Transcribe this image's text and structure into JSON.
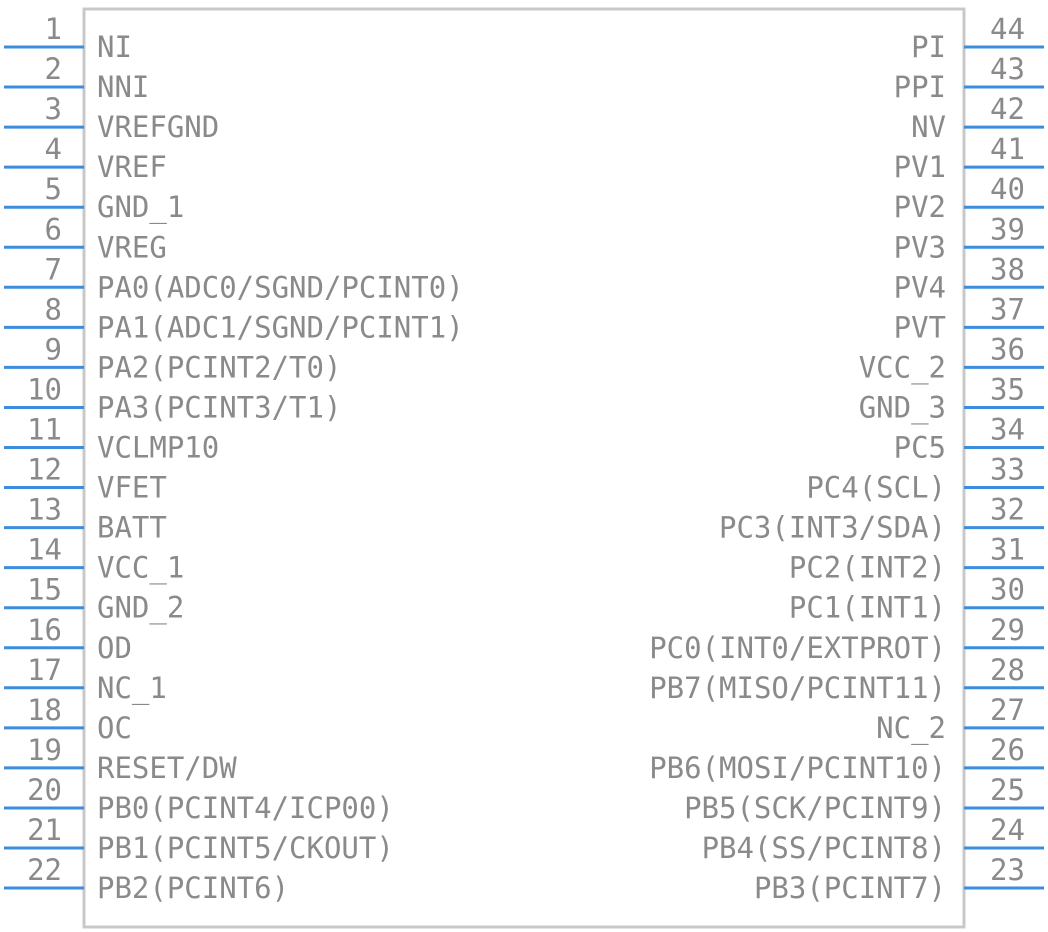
{
  "component": {
    "colors": {
      "body_outline": "#c8c8c8",
      "pin": "#3c8dde",
      "text": "#8a8a8a"
    },
    "left_pins": [
      {
        "num": "1",
        "name": "NI"
      },
      {
        "num": "2",
        "name": "NNI"
      },
      {
        "num": "3",
        "name": "VREFGND"
      },
      {
        "num": "4",
        "name": "VREF"
      },
      {
        "num": "5",
        "name": "GND_1"
      },
      {
        "num": "6",
        "name": "VREG"
      },
      {
        "num": "7",
        "name": "PA0(ADC0/SGND/PCINT0)"
      },
      {
        "num": "8",
        "name": "PA1(ADC1/SGND/PCINT1)"
      },
      {
        "num": "9",
        "name": "PA2(PCINT2/T0)"
      },
      {
        "num": "10",
        "name": "PA3(PCINT3/T1)"
      },
      {
        "num": "11",
        "name": "VCLMP10"
      },
      {
        "num": "12",
        "name": "VFET"
      },
      {
        "num": "13",
        "name": "BATT"
      },
      {
        "num": "14",
        "name": "VCC_1"
      },
      {
        "num": "15",
        "name": "GND_2"
      },
      {
        "num": "16",
        "name": "OD"
      },
      {
        "num": "17",
        "name": "NC_1"
      },
      {
        "num": "18",
        "name": "OC"
      },
      {
        "num": "19",
        "name": "RESET/DW"
      },
      {
        "num": "20",
        "name": "PB0(PCINT4/ICP00)"
      },
      {
        "num": "21",
        "name": "PB1(PCINT5/CKOUT)"
      },
      {
        "num": "22",
        "name": "PB2(PCINT6)"
      }
    ],
    "right_pins": [
      {
        "num": "44",
        "name": "PI"
      },
      {
        "num": "43",
        "name": "PPI"
      },
      {
        "num": "42",
        "name": "NV"
      },
      {
        "num": "41",
        "name": "PV1"
      },
      {
        "num": "40",
        "name": "PV2"
      },
      {
        "num": "39",
        "name": "PV3"
      },
      {
        "num": "38",
        "name": "PV4"
      },
      {
        "num": "37",
        "name": "PVT"
      },
      {
        "num": "36",
        "name": "VCC_2"
      },
      {
        "num": "35",
        "name": "GND_3"
      },
      {
        "num": "34",
        "name": "PC5"
      },
      {
        "num": "33",
        "name": "PC4(SCL)"
      },
      {
        "num": "32",
        "name": "PC3(INT3/SDA)"
      },
      {
        "num": "31",
        "name": "PC2(INT2)"
      },
      {
        "num": "30",
        "name": "PC1(INT1)"
      },
      {
        "num": "29",
        "name": "PC0(INT0/EXTPROT)"
      },
      {
        "num": "28",
        "name": "PB7(MISO/PCINT11)"
      },
      {
        "num": "27",
        "name": "NC_2"
      },
      {
        "num": "26",
        "name": "PB6(MOSI/PCINT10)"
      },
      {
        "num": "25",
        "name": "PB5(SCK/PCINT9)"
      },
      {
        "num": "24",
        "name": "PB4(SS/PCINT8)"
      },
      {
        "num": "23",
        "name": "PB3(PCINT7)"
      }
    ]
  }
}
